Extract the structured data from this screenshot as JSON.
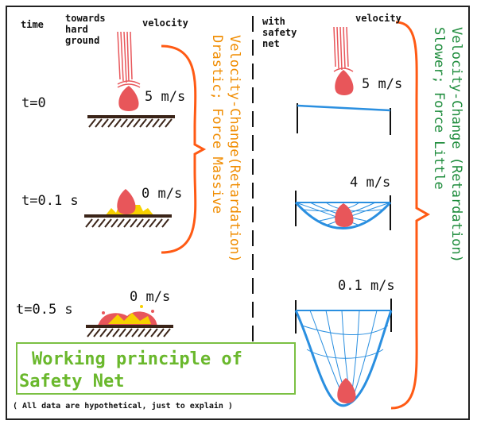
{
  "headers": {
    "time": "time",
    "towards": "towards\nhard\nground",
    "velocity_left": "velocity",
    "with": "with\nsafety\nnet",
    "velocity_right": "velocity"
  },
  "hard_ground": {
    "rows": [
      {
        "time": "t=0",
        "velocity": "5 m/s"
      },
      {
        "time": "t=0.1 s",
        "velocity": "0 m/s"
      },
      {
        "time": "t=0.5 s",
        "velocity": "0 m/s"
      }
    ],
    "caption_line1": "Velocity-Change(Retardation)",
    "caption_line2": "Drastic; Force Massive"
  },
  "safety_net": {
    "velocities": [
      "5 m/s",
      "4 m/s",
      "0.1 m/s"
    ],
    "caption_line1": "Velocity-Change (Retardation)",
    "caption_line2": "Slower; Force Little"
  },
  "title_line1": "Working principle of",
  "title_line2": "Safety Net",
  "note": "( All data are hypothetical, just to explain )",
  "colors": {
    "egg": "#e8565a",
    "net": "#2a8fe0",
    "brace": "#ff5a14",
    "caption_left": "#f08c00",
    "caption_right": "#1e8c3c",
    "title": "#6ab82c",
    "splash": "#f7d100"
  }
}
